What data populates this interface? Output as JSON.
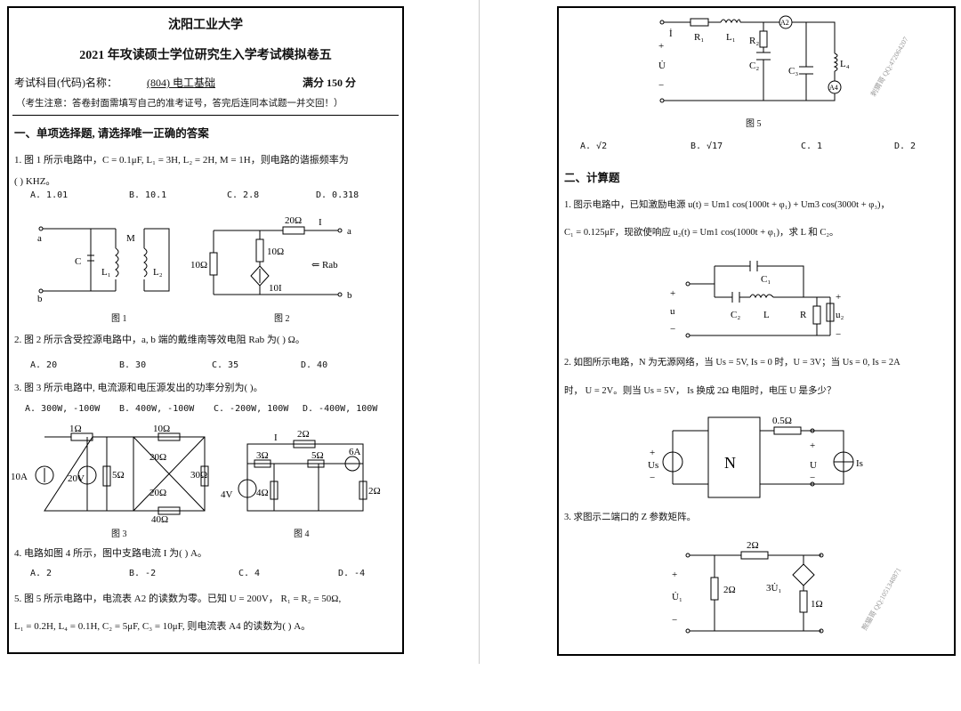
{
  "left_page": {
    "university": "沈阳工业大学",
    "exam_title": "2021 年攻读硕士学位研究生入学考试模拟卷五",
    "subject_label": "考试科目(代码)名称：",
    "subject_value": "(804) 电工基础",
    "full_score": "满分 150 分",
    "notice": "（考生注意：答卷封面需填写自己的准考证号，答完后连同本试题一并交回！）",
    "section1": "一、单项选择题, 请选择唯一正确的答案",
    "q1": {
      "text": "1. 图 1 所示电路中，C = 0.1μF, L₁ = 3H, L₂ = 2H, M = 1H，则电路的谐振频率为",
      "text2": "(    ) KHZ。",
      "options": [
        "A. 1.01",
        "B. 10.1",
        "C. 2.8",
        "D. 0.318"
      ]
    },
    "fig1": {
      "caption": "图 1",
      "labels": {
        "a": "a",
        "b": "b",
        "C": "C",
        "L1": "L₁",
        "L2": "L₂",
        "M": "M"
      }
    },
    "fig2": {
      "caption": "图 2",
      "labels": {
        "r20": "20Ω",
        "I": "I",
        "a": "a",
        "b": "b",
        "r10a": "10Ω",
        "r10b": "10Ω",
        "src": "10I",
        "rab": "⇐ Rab"
      }
    },
    "q2": {
      "text": "2. 图 2 所示含受控源电路中，a, b 端的戴维南等效电阻 Rab 为(      ) Ω。",
      "options": [
        "A. 20",
        "B. 30",
        "C. 35",
        "D. 40"
      ]
    },
    "q3": {
      "text": "3. 图 3 所示电路中, 电流源和电压源发出的功率分别为(      )。",
      "options": [
        "A. 300W, -100W",
        "B. 400W, -100W",
        "C. -200W, 100W",
        "D. -400W, 100W"
      ]
    },
    "fig3": {
      "caption": "图 3",
      "labels": {
        "r1": "1Ω",
        "is": "10A",
        "vs": "20V",
        "r5": "5Ω",
        "r10": "10Ω",
        "r20a": "20Ω",
        "r20b": "20Ω",
        "r30": "30Ω",
        "r40": "40Ω"
      }
    },
    "fig4": {
      "caption": "图 4",
      "labels": {
        "I": "I",
        "r2a": "2Ω",
        "r3": "3Ω",
        "r5": "5Ω",
        "is": "6A",
        "vs": "4V",
        "r4": "4Ω",
        "r2b": "2Ω"
      }
    },
    "q4": {
      "text": "4. 电路如图 4 所示，图中支路电流 I 为(      ) A。",
      "options": [
        "A. 2",
        "B. -2",
        "C. 4",
        "D. -4"
      ]
    },
    "q5": {
      "text": "5. 图 5 所示电路中，电流表 A2 的读数为零。已知 U = 200V， R₁ = R₂ = 50Ω,",
      "text2": "L₁ = 0.2H, L₄ = 0.1H, C₂ = 5μF, C₃ = 10μF, 则电流表 A4 的读数为(      ) A。"
    }
  },
  "right_page": {
    "fig5": {
      "caption": "图 5",
      "labels": {
        "I": "İ",
        "R1": "R₁",
        "L1": "L₁",
        "A2": "A2",
        "R2": "R₂",
        "C2": "C₂",
        "C3": "C₃",
        "L4": "L₄",
        "A4": "A4",
        "U": "U̇",
        "plus": "+",
        "minus": "−"
      }
    },
    "q5_options": [
      "A. √2",
      "B. √17",
      "C. 1",
      "D. 2"
    ],
    "section2": "二、计算题",
    "c1": {
      "text": "1. 图示电路中，已知激励电源 u(t) = Um1 cos(1000t + φ₁) + Um3 cos(3000t + φ₃)，",
      "text2": "C₁ = 0.125μF，现欲使响应 u₂(t) = Um1 cos(1000t + φ₁)，求 L 和 C₂。",
      "labels": {
        "u": "u",
        "C1": "C₁",
        "C2": "C₂",
        "L": "L",
        "R": "R",
        "u2": "u₂",
        "plus": "+",
        "minus": "−"
      }
    },
    "c2": {
      "text": "2. 如图所示电路，N 为无源网络，当 Us = 5V, Is = 0 时，U = 3V；当 Us = 0, Is = 2A",
      "text2": "时， U = 2V。则当 Us = 5V， Is 换成 2Ω 电阻时，电压 U 是多少？",
      "labels": {
        "N": "N",
        "r": "0.5Ω",
        "Us": "Us",
        "U": "U",
        "Is": "Is",
        "plus": "+",
        "minus": "−"
      }
    },
    "c3": {
      "text": "3. 求图示二端口的 Z 参数矩阵。",
      "labels": {
        "r2top": "2Ω",
        "r2": "2Ω",
        "r1": "1Ω",
        "src": "3U̇₁",
        "U1": "U̇₁",
        "plus": "+",
        "minus": "−"
      }
    }
  },
  "watermarks": [
    "刺猬哥 QQ:472064207",
    "熊猫哥 QQ:1051348871"
  ]
}
